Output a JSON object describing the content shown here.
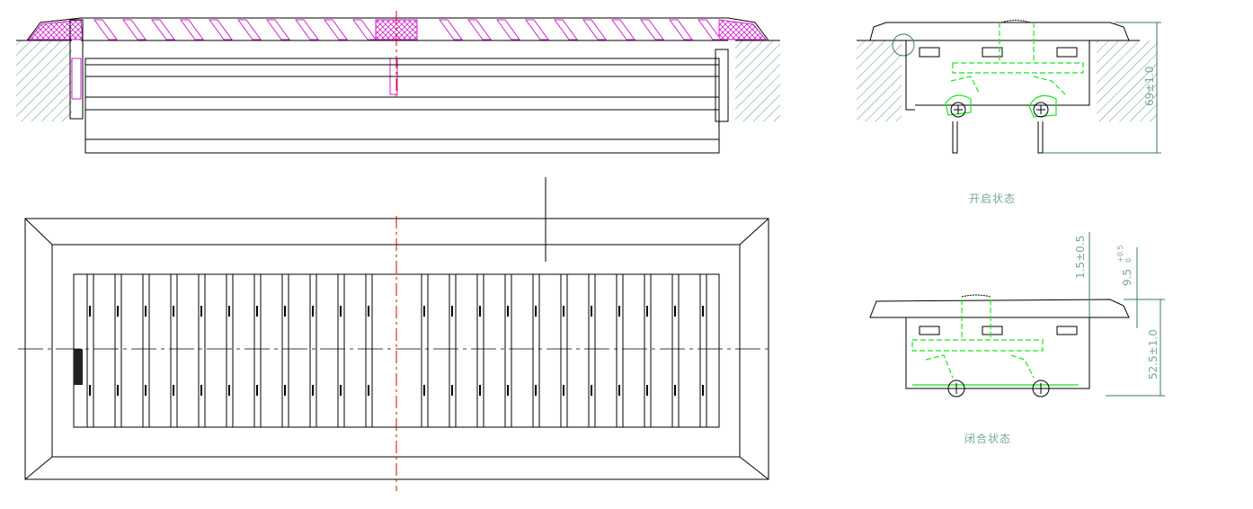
{
  "colors": {
    "outline": "#000000",
    "hidden": "#19e619",
    "dimension": "#3c7a6a",
    "centerline": "#e00000",
    "section_fill": "#d020d0"
  },
  "views": {
    "open_state": {
      "label": "开启状态",
      "dimension": "69±1.0"
    },
    "closed_state": {
      "label": "闭合状态",
      "dimensions": {
        "gap": "1.5±0.5",
        "height": "52.5±1.0",
        "flange": "9.5",
        "flange_tol_upper": "+0.5",
        "flange_tol_lower": "0"
      }
    }
  }
}
